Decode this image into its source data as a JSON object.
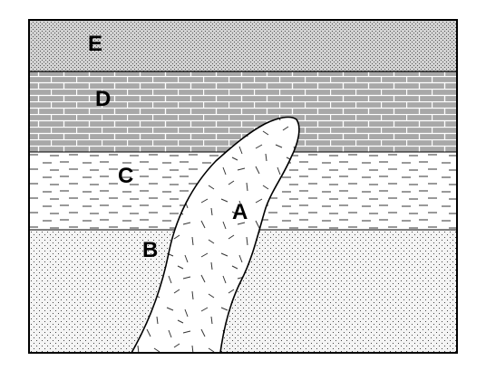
{
  "diagram": {
    "layers": [
      {
        "id": "E",
        "label": "E",
        "pattern": "fine-stipple",
        "fill": "#c8c8c8"
      },
      {
        "id": "D",
        "label": "D",
        "pattern": "brick",
        "fill": "#a6a6a6"
      },
      {
        "id": "C",
        "label": "C",
        "pattern": "dashes",
        "fill": "#ffffff"
      },
      {
        "id": "B",
        "label": "B",
        "pattern": "dots",
        "fill": "#f2f2f2"
      }
    ],
    "intrusion": {
      "id": "A",
      "label": "A",
      "pattern": "random-dashes",
      "fill": "#ffffff"
    },
    "colors": {
      "outline": "#000000",
      "brick_line": "#ffffff",
      "mark": "#333333"
    }
  }
}
